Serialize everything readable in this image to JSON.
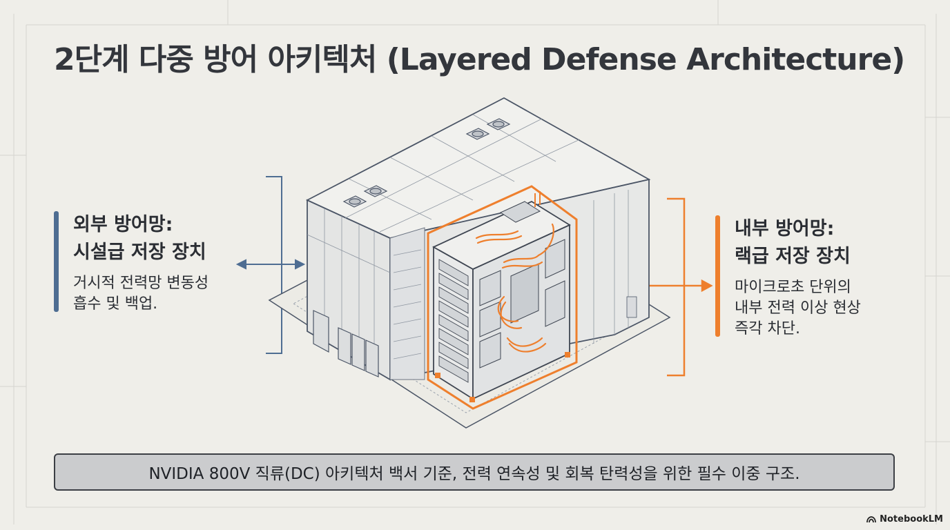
{
  "title": "2단계 다중 방어 아키텍처 (Layered Defense Architecture)",
  "outer_defense": {
    "heading_line1": "외부 방어망:",
    "heading_line2": "시설급 저장 장치",
    "desc_line1": "거시적 전력망 변동성",
    "desc_line2": "흡수 및 백업."
  },
  "inner_defense": {
    "heading_line1": "내부 방어망:",
    "heading_line2": "랙급 저장 장치",
    "desc_line1": "마이크로초 단위의",
    "desc_line2": "내부 전력 이상 현상",
    "desc_line3": "즉각 차단."
  },
  "footer_note": "NVIDIA 800V 직류(DC) 아키텍처 백서 기준, 전력 연속성 및 회복 탄력성을 위한 필수 이중 구조.",
  "brand": "NotebookLM",
  "colors": {
    "outer_accent": "#4e6d92",
    "inner_accent": "#ee7f2d",
    "background": "#efeee9",
    "footer_fill": "#cbccce"
  },
  "icons": [
    "bidirectional-arrow-icon",
    "notebooklm-logo-icon"
  ]
}
